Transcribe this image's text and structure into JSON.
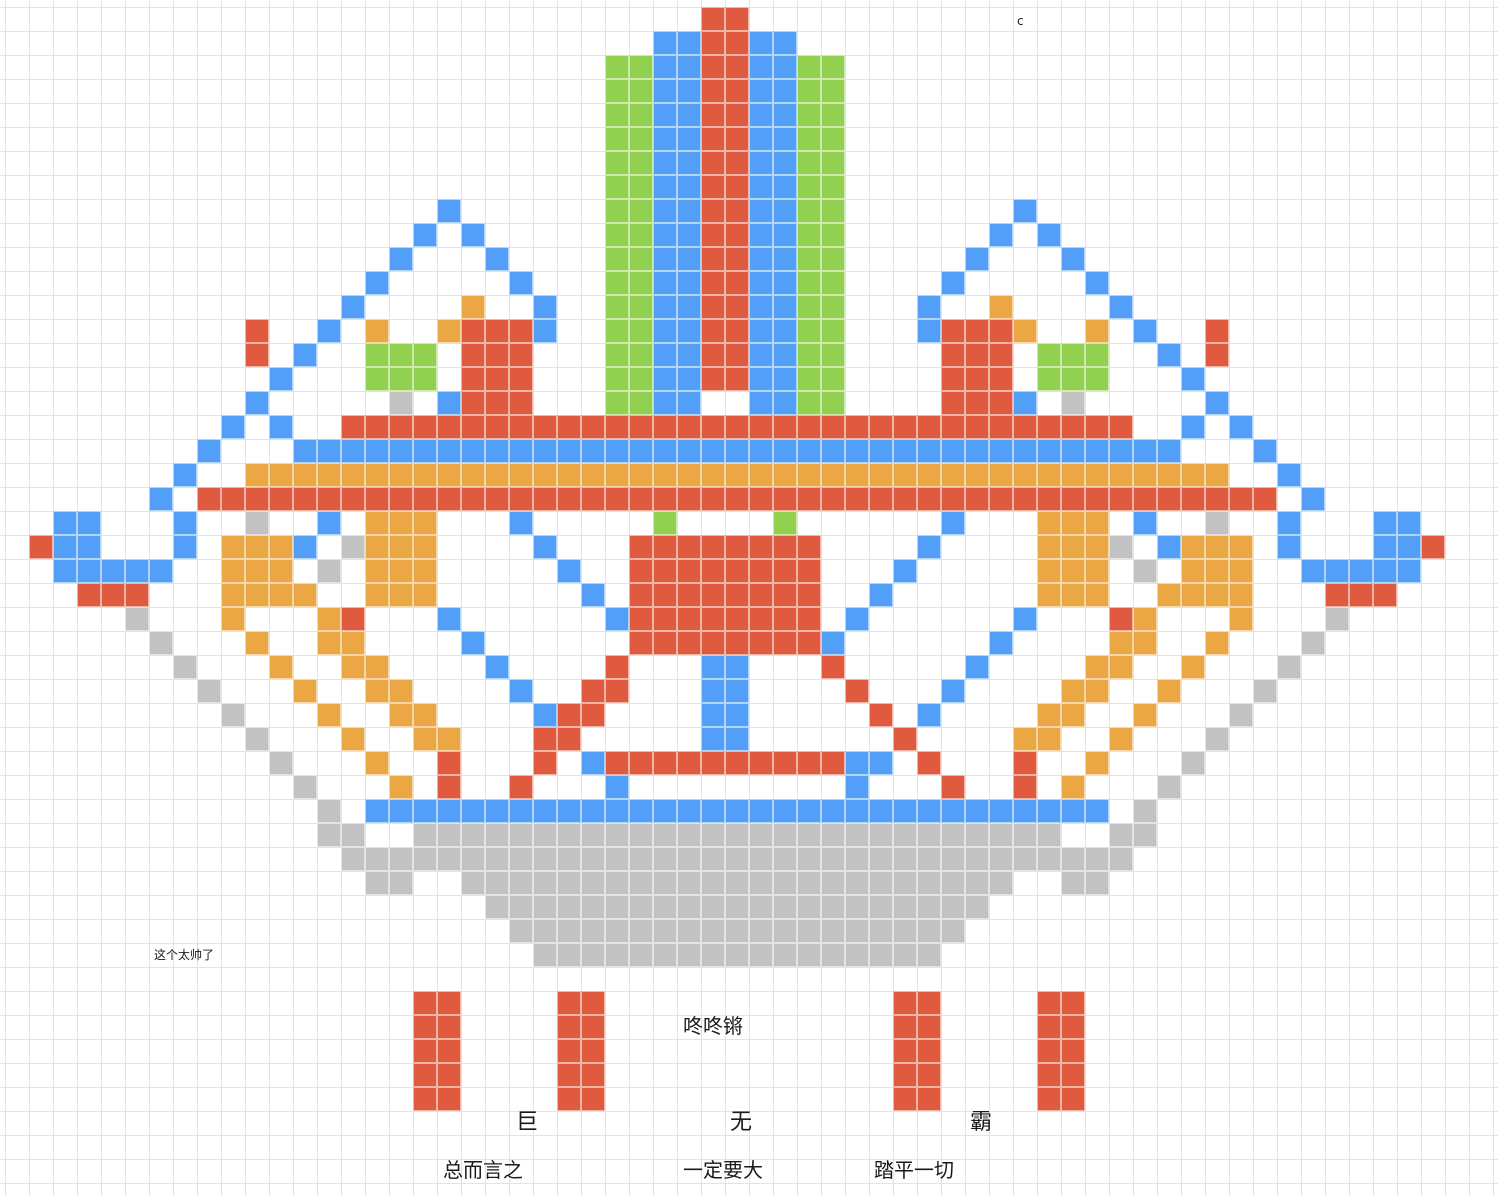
{
  "palette": {
    "R": "#e05a3f",
    "B": "#529ff8",
    "G": "#92d14f",
    "O": "#eaa744",
    "S": "#c2c2c2"
  },
  "labels": {
    "corner_c": "c",
    "caption_left": "这个太帅了",
    "dongdong": "咚咚锵",
    "ju": "巨",
    "wu": "无",
    "ba": "霸",
    "zongeryanzhi": "总而言之",
    "yidingyaoda": "一定要大",
    "taping": "踏平一切"
  }
}
